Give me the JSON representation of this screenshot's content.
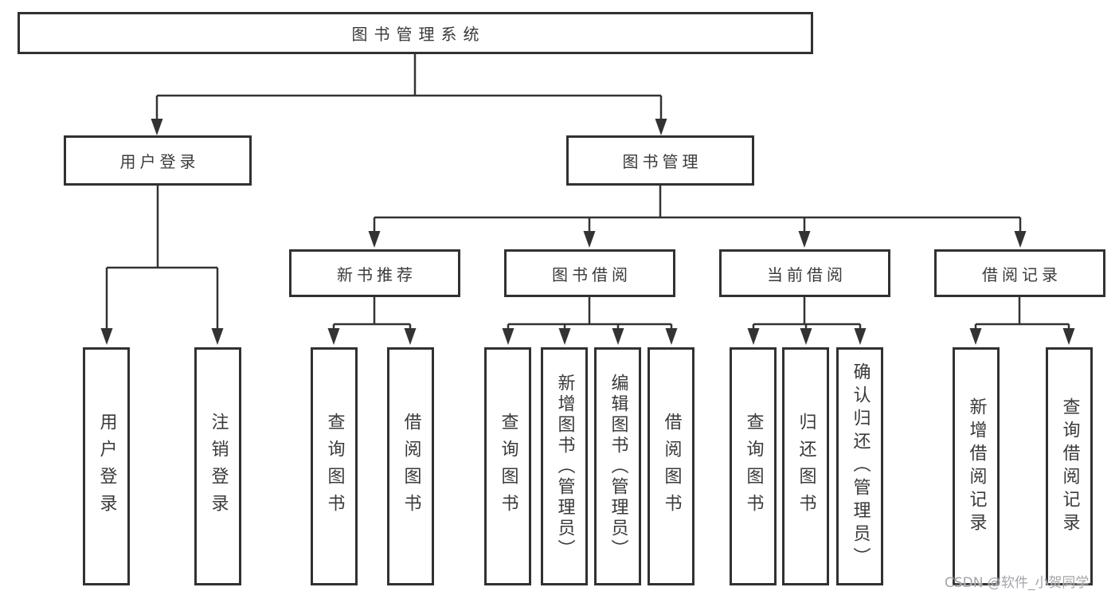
{
  "tree": {
    "root": {
      "label": "图书管理系统",
      "children": [
        {
          "label": "用户登录",
          "children": [
            {
              "label": "用户登录"
            },
            {
              "label": "注销登录"
            }
          ]
        },
        {
          "label": "图书管理",
          "children": [
            {
              "label": "新书推荐",
              "children": [
                {
                  "label": "查询图书"
                },
                {
                  "label": "借阅图书"
                }
              ]
            },
            {
              "label": "图书借阅",
              "children": [
                {
                  "label": "查询图书"
                },
                {
                  "label": "新增图书（管理员）"
                },
                {
                  "label": "编辑图书（管理员）"
                },
                {
                  "label": "借阅图书"
                }
              ]
            },
            {
              "label": "当前借阅",
              "children": [
                {
                  "label": "查询图书"
                },
                {
                  "label": "归还图书"
                },
                {
                  "label": "确认归还（管理员）"
                }
              ]
            },
            {
              "label": "借阅记录",
              "children": [
                {
                  "label": "新增借阅记录"
                },
                {
                  "label": "查询借阅记录"
                }
              ]
            }
          ]
        }
      ]
    }
  },
  "watermark": {
    "text": "CSDN @软件_小贺同学"
  },
  "colors": {
    "line": "#333333",
    "box_border": "#313131",
    "box_background": "#ffffff",
    "text": "#3a3a3a",
    "watermark": "#a4a4aa"
  }
}
